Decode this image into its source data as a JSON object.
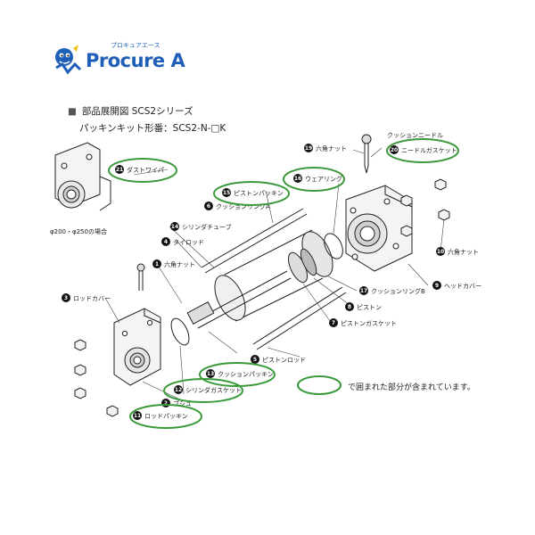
{
  "brand": {
    "name": "Procure A",
    "ruby": "プロキュアエース",
    "color": "#1f5fb8"
  },
  "header": {
    "title": "部品展開図 SCS2シリーズ",
    "kit": "パッキンキット形番：SCS2-N-□K"
  },
  "side_note": "φ200・φ250の場合",
  "legend_text": "で囲まれた部分が含まれています。",
  "highlight_color": "#3a9a3a",
  "parts": [
    {
      "no": "21",
      "label": "ダストワイパ",
      "kit": true
    },
    {
      "no": "19",
      "label": "六角ナット",
      "kit": false
    },
    {
      "no": "",
      "label": "クッションニードル",
      "kit": false
    },
    {
      "no": "20",
      "label": "ニードルガスケット",
      "kit": true
    },
    {
      "no": "16",
      "label": "ウェアリング",
      "kit": true
    },
    {
      "no": "15",
      "label": "ピストンパッキン",
      "kit": true
    },
    {
      "no": "6",
      "label": "クッションリングA",
      "kit": false
    },
    {
      "no": "14",
      "label": "シリンダチューブ",
      "kit": false
    },
    {
      "no": "4",
      "label": "タイロッド",
      "kit": false
    },
    {
      "no": "10",
      "label": "六角ナット",
      "kit": false
    },
    {
      "no": "1",
      "label": "六角ナット",
      "kit": false
    },
    {
      "no": "9",
      "label": "ヘッドカバー",
      "kit": false
    },
    {
      "no": "3",
      "label": "ロッドカバー",
      "kit": false
    },
    {
      "no": "17",
      "label": "クッションリングB",
      "kit": false
    },
    {
      "no": "8",
      "label": "ピストン",
      "kit": false
    },
    {
      "no": "7",
      "label": "ピストンガスケット",
      "kit": false
    },
    {
      "no": "5",
      "label": "ピストンロッド",
      "kit": false
    },
    {
      "no": "13",
      "label": "クッションパッキン",
      "kit": true
    },
    {
      "no": "12",
      "label": "シリンダガスケット",
      "kit": true
    },
    {
      "no": "2",
      "label": "ブシュ",
      "kit": false
    },
    {
      "no": "11",
      "label": "ロッドパッキン",
      "kit": true
    }
  ]
}
